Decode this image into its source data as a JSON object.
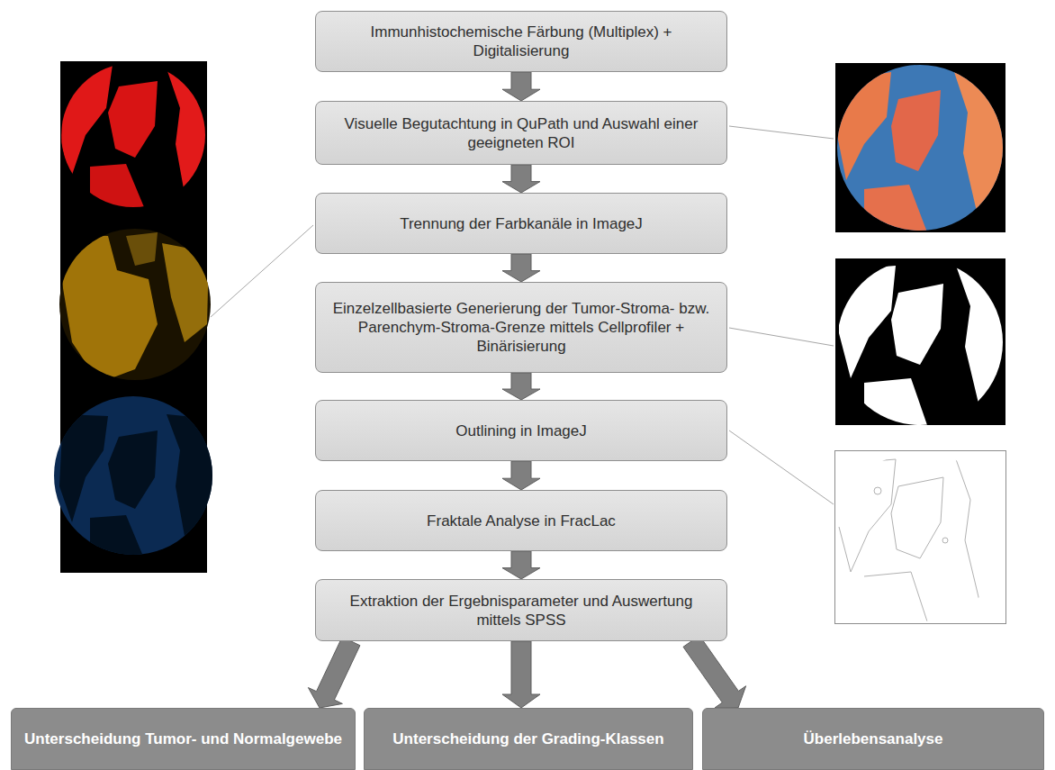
{
  "diagram": {
    "nodes": [
      {
        "text": [
          "Immunhistochemische Färbung (Multiplex) + Digitalisierung"
        ]
      },
      {
        "text": [
          "Visuelle Begutachtung in QuPath und Auswahl einer geeigneten ROI"
        ]
      },
      {
        "text": [
          "Trennung der Farbkanäle in ImageJ"
        ]
      },
      {
        "text": [
          "Einzelzellbasierte Generierung der Tumor-Stroma- bzw. Parenchym-Stroma-Grenze mittels Cellprofiler + Binärisierung"
        ]
      },
      {
        "text": [
          "Outlining in ImageJ"
        ]
      },
      {
        "text": [
          "Fraktale Analyse in FracLac"
        ]
      },
      {
        "text": [
          "Extraktion der Ergebnisparameter und Auswertung mittels SPSS"
        ]
      },
      {
        "text": [
          "Unterscheidung Tumor- und Normalgewebe"
        ]
      },
      {
        "text": [
          "Unterscheidung der Grading-Klassen"
        ]
      },
      {
        "text": [
          "Überlebensanalyse"
        ]
      }
    ],
    "edges": [
      {
        "from": 0,
        "to": 1,
        "arrow": "to"
      },
      {
        "from": 1,
        "to": 2,
        "arrow": "to"
      },
      {
        "from": 2,
        "to": 3,
        "arrow": "to"
      },
      {
        "from": 3,
        "to": 4,
        "arrow": "to"
      },
      {
        "from": 4,
        "to": 5,
        "arrow": "to"
      },
      {
        "from": 5,
        "to": 6,
        "arrow": "to"
      },
      {
        "from": 6,
        "to": 7,
        "arrow": "to"
      },
      {
        "from": 6,
        "to": 8,
        "arrow": "to"
      },
      {
        "from": 6,
        "to": 9,
        "arrow": "to"
      }
    ]
  }
}
